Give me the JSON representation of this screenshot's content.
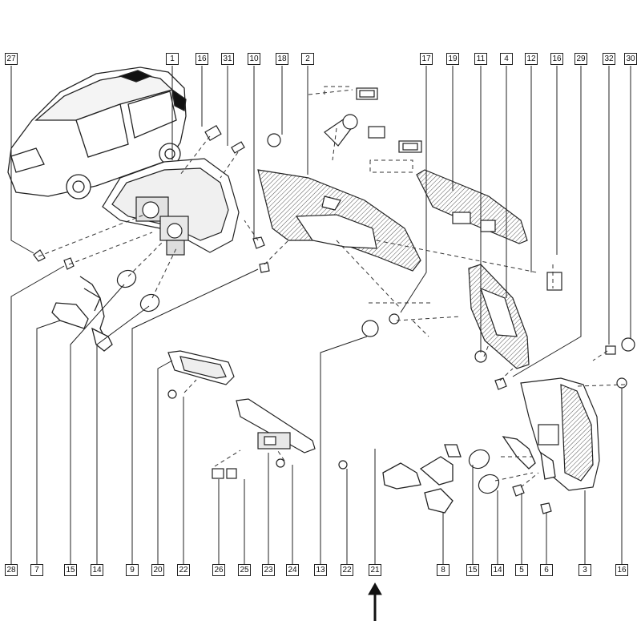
{
  "diagram": {
    "top_callouts": [
      "27",
      "1",
      "16",
      "31",
      "10",
      "18",
      "2",
      "17",
      "19",
      "11",
      "4",
      "12",
      "16",
      "29",
      "32",
      "30"
    ],
    "bottom_callouts": [
      "28",
      "7",
      "15",
      "14",
      "9",
      "20",
      "22",
      "26",
      "25",
      "23",
      "24",
      "13",
      "22",
      "21",
      "8",
      "15",
      "14",
      "5",
      "6",
      "3",
      "16"
    ],
    "highlighted_part": "21",
    "colors": {
      "line": "#222222",
      "dash": "#333333",
      "background": "#ffffff",
      "part_fill": "#ececec"
    },
    "icons": [
      "car-icon",
      "headlamp-assembly-icon",
      "tail-lamp-assembly-icon",
      "bulb-icon",
      "screw-icon",
      "clip-icon",
      "connector-icon",
      "harness-icon",
      "arrow-up-icon"
    ]
  }
}
